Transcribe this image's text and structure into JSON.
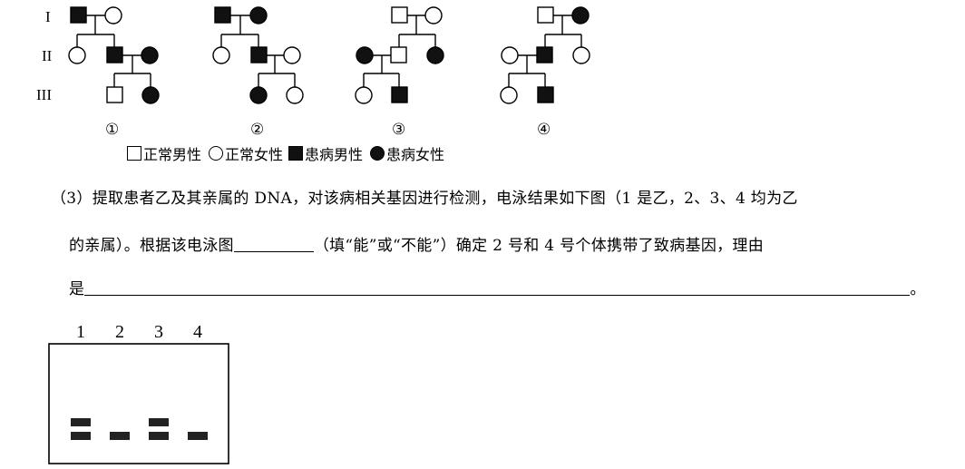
{
  "pedigree": {
    "generations": [
      "I",
      "II",
      "III"
    ],
    "numbers": [
      "①",
      "②",
      "③",
      "④"
    ]
  },
  "legend": {
    "normal_male": "正常男性",
    "normal_female": "正常女性",
    "affected_male": "患病男性",
    "affected_female": "患病女性"
  },
  "question": {
    "line1": "（3）提取患者乙及其亲属的 DNA，对该病相关基因进行检测，电泳结果如下图（1 是乙，2、3、4 均为乙",
    "line2_a": "的亲属）。根据该电泳图",
    "line2_b": "（填“能”或“不能”）确定 2 号和 4 号个体携带了致病基因，理由",
    "line3_a": "是",
    "line3_end": "。"
  },
  "gel": {
    "lanes": [
      "1",
      "2",
      "3",
      "4"
    ],
    "band_color": "#222222"
  }
}
